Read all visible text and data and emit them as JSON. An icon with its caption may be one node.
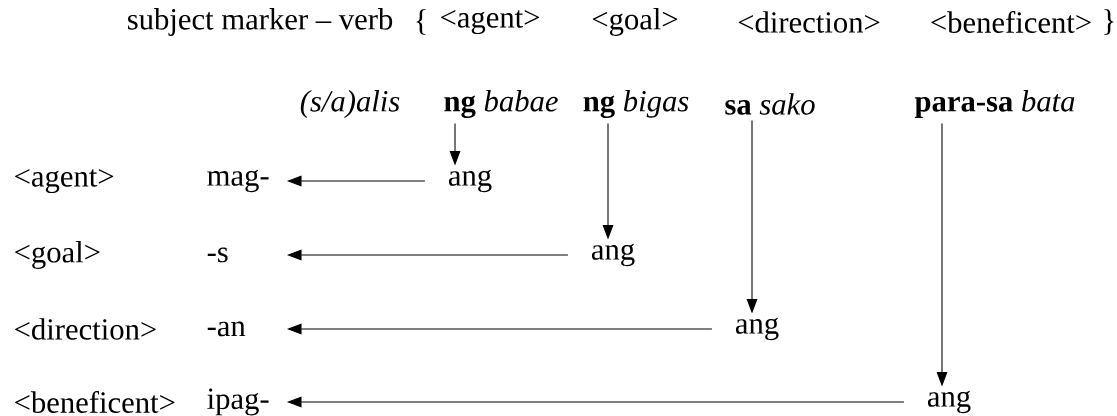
{
  "diagram": {
    "nodes": [
      {
        "text": [
          "**ng** *babae*"
        ]
      },
      {
        "text": [
          "**ng** *bigas*"
        ]
      },
      {
        "text": [
          "**sa** *sako*"
        ]
      },
      {
        "text": [
          "**para-sa** *bata*"
        ]
      },
      {
        "text": [
          "mag-"
        ]
      },
      {
        "text": [
          "ang"
        ]
      },
      {
        "text": [
          "-s"
        ]
      },
      {
        "text": [
          "ang"
        ]
      },
      {
        "text": [
          "-an"
        ]
      },
      {
        "text": [
          "ang"
        ]
      },
      {
        "text": [
          "ipag-"
        ]
      },
      {
        "text": [
          "ang"
        ]
      }
    ],
    "edges": [
      {
        "from": 0,
        "to": 5,
        "arrow": "to"
      },
      {
        "from": 5,
        "to": 4,
        "arrow": "to"
      },
      {
        "from": 1,
        "to": 7,
        "arrow": "to"
      },
      {
        "from": 7,
        "to": 6,
        "arrow": "to"
      },
      {
        "from": 2,
        "to": 9,
        "arrow": "to"
      },
      {
        "from": 9,
        "to": 8,
        "arrow": "to"
      },
      {
        "from": 3,
        "to": 11,
        "arrow": "to"
      },
      {
        "from": 11,
        "to": 10,
        "arrow": "to"
      }
    ],
    "labels": [
      "subject marker – verb",
      "{",
      "<agent>",
      "<goal>",
      "<direction>",
      "<beneficent>",
      "}",
      "(s/a)alis",
      "<agent>",
      "<goal>",
      "<direction>",
      "<beneficent>"
    ]
  }
}
